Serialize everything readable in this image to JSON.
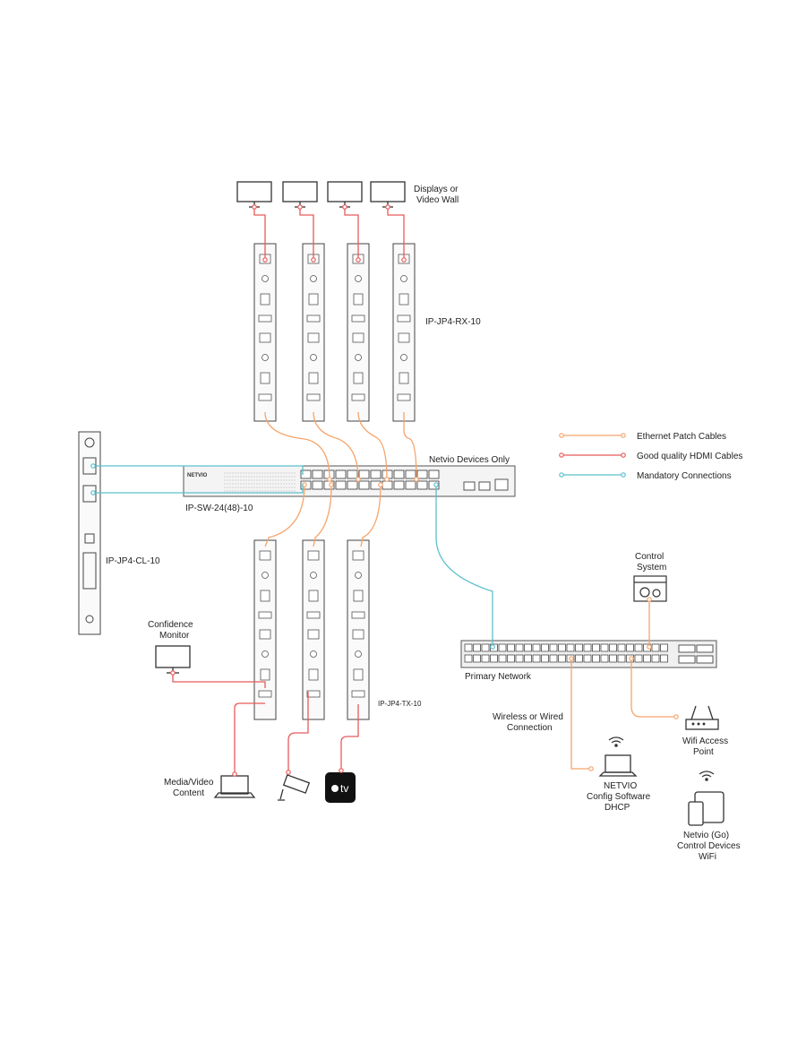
{
  "labels": {
    "displays": [
      "Displays or",
      "Video Wall"
    ],
    "rx": "IP-JP4-RX-10",
    "netvio_devices": "Netvio Devices Only",
    "switch": "IP-SW-24(48)-10",
    "cl": "IP-JP4-CL-10",
    "confidence": [
      "Confidence",
      "Monitor"
    ],
    "tx": "IP-JP4-TX-10",
    "media": [
      "Media/Video",
      "Content"
    ],
    "control": [
      "Control",
      "System"
    ],
    "primary": "Primary Network",
    "wireless": [
      "Wireless or Wired",
      "Connection"
    ],
    "netvio_config": [
      "NETVIO",
      "Config Software",
      "DHCP"
    ],
    "wifi_ap": [
      "Wifi Access",
      "Point"
    ],
    "go_devices": [
      "Netvio (Go)",
      "Control Devices",
      "WiFi"
    ],
    "switch_brand": "NETVIO",
    "appletv": "tv"
  },
  "legend": [
    {
      "label": "Ethernet Patch Cables",
      "color": "#f5a46b"
    },
    {
      "label": "Good quality HDMI Cables",
      "color": "#e85a5a"
    },
    {
      "label": "Mandatory Connections",
      "color": "#5bc0cc"
    }
  ]
}
